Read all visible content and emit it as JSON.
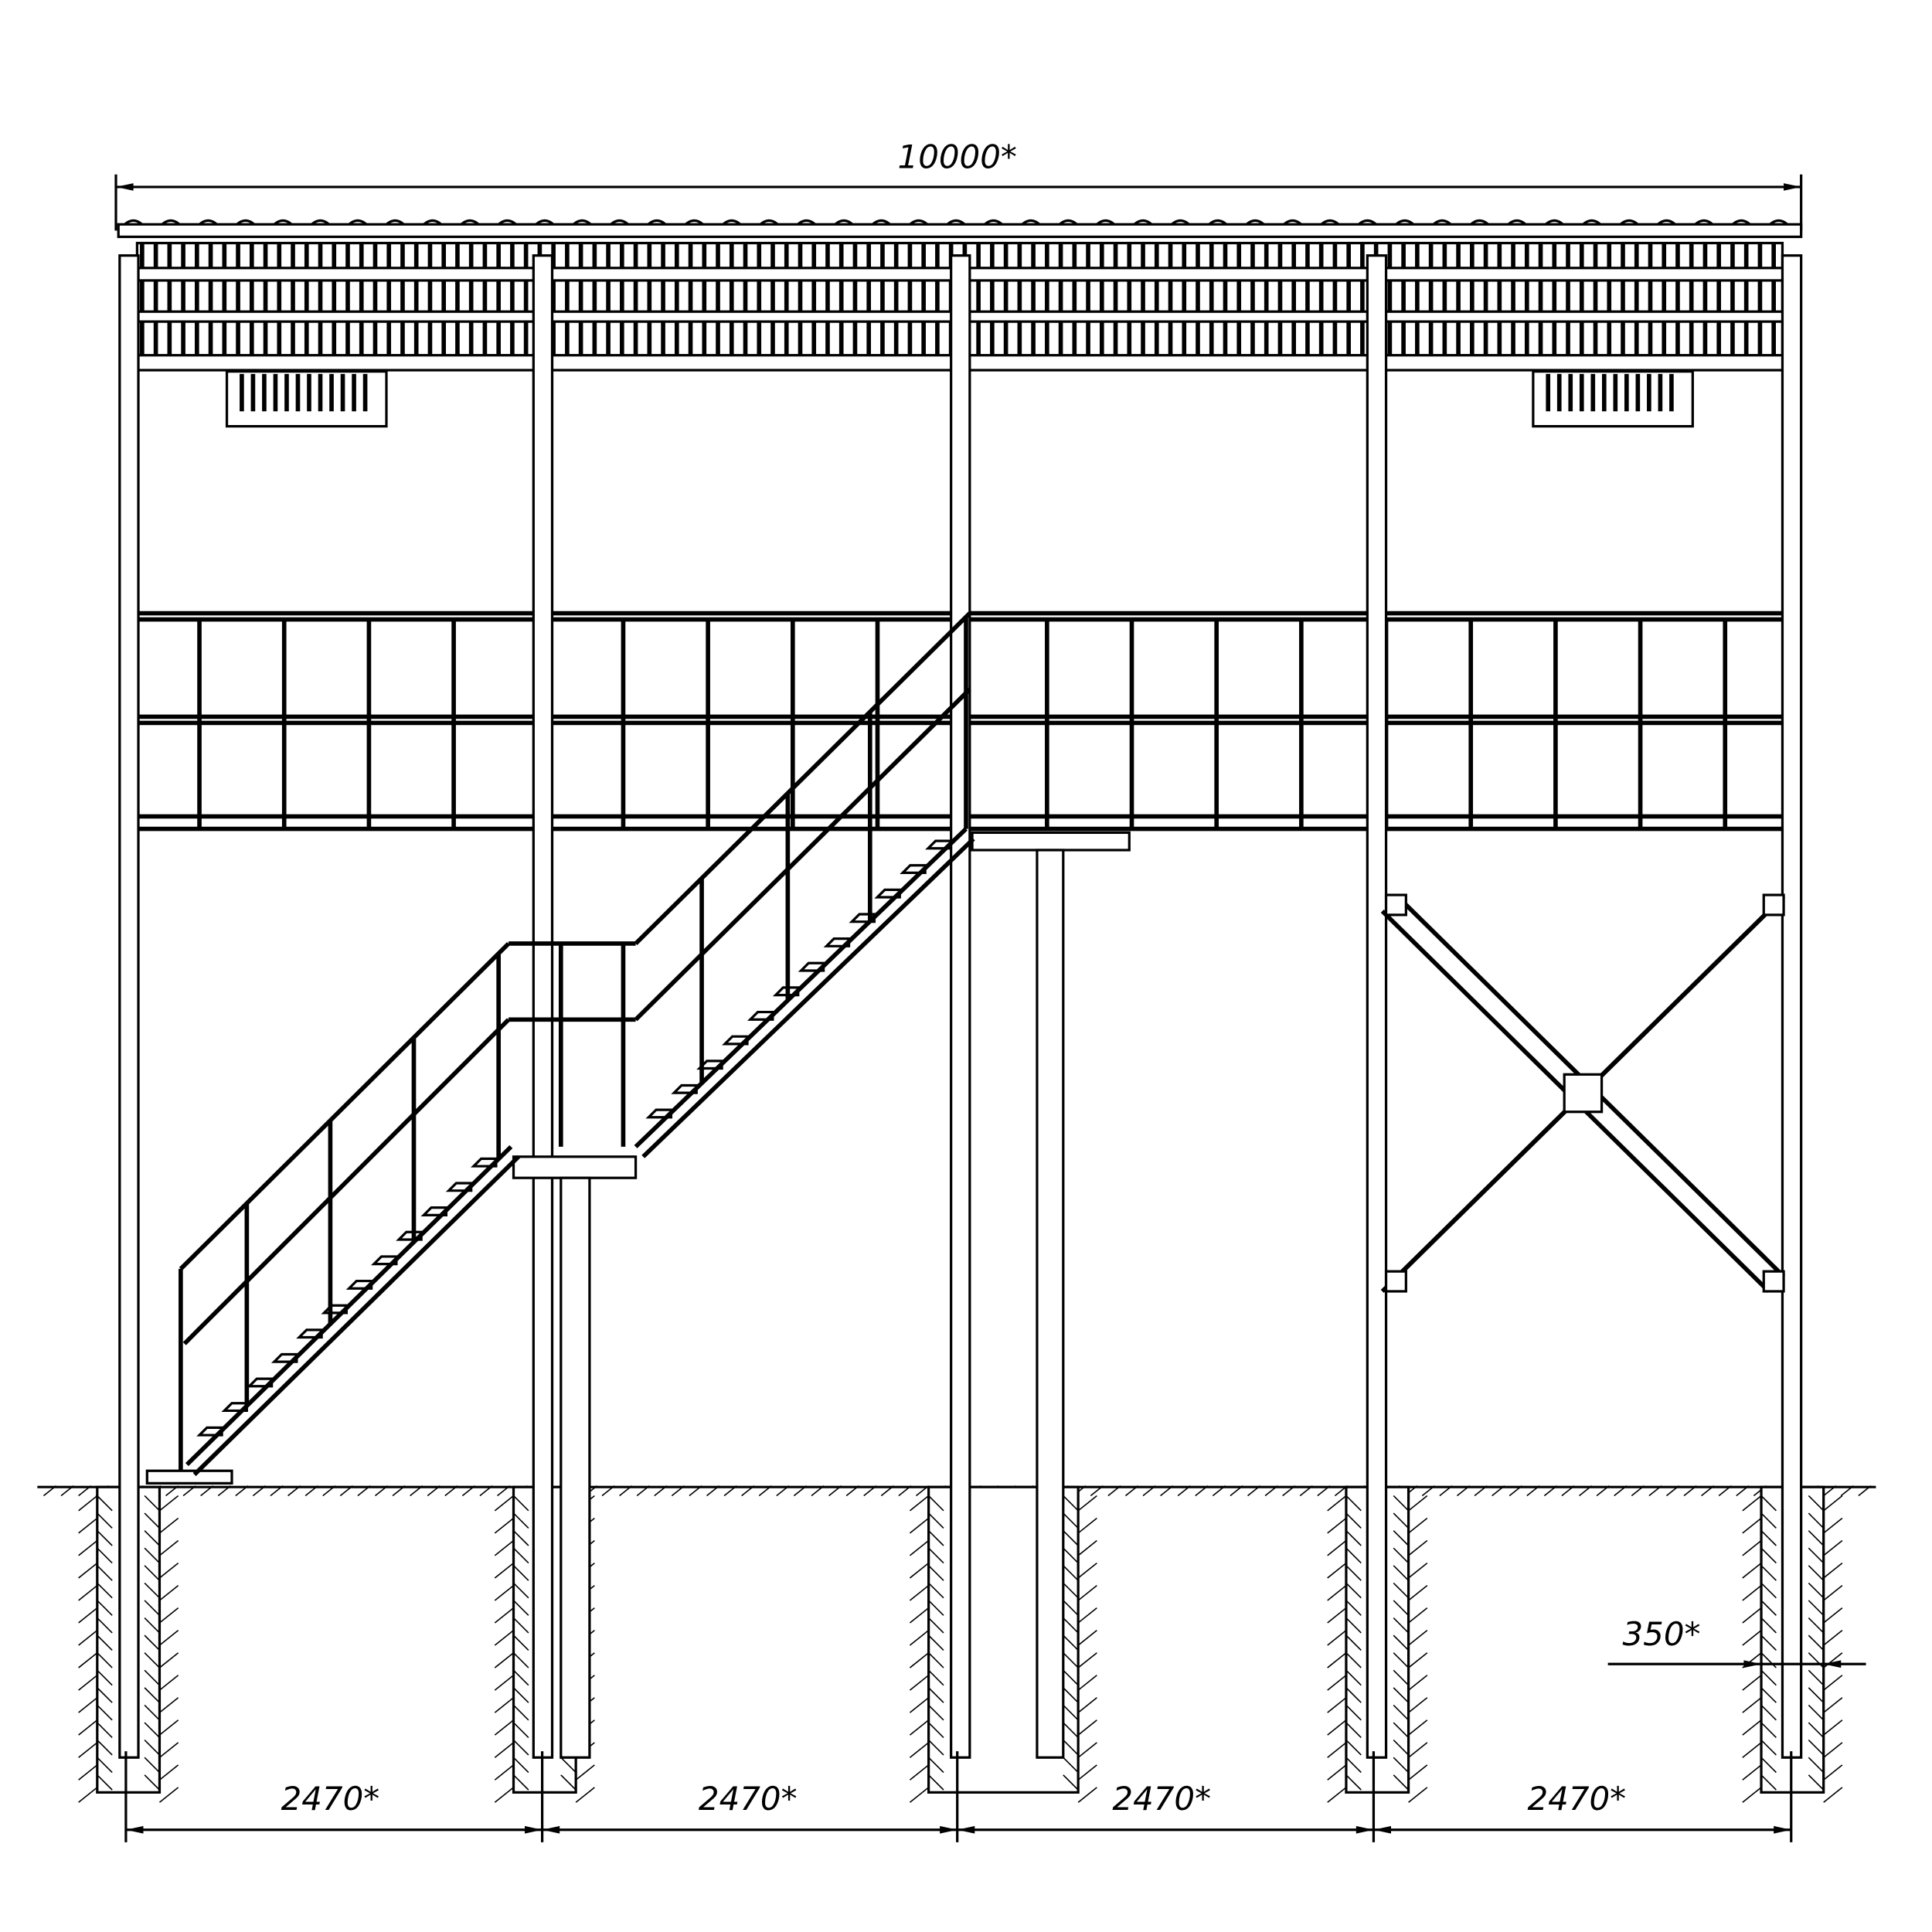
{
  "drawing": {
    "overall_width_label": "10000*",
    "span_labels": [
      "2470*",
      "2470*",
      "2470*",
      "2470*"
    ],
    "pit_width_label": "350*",
    "colors": {
      "line": "#000000",
      "background": "#ffffff"
    }
  }
}
